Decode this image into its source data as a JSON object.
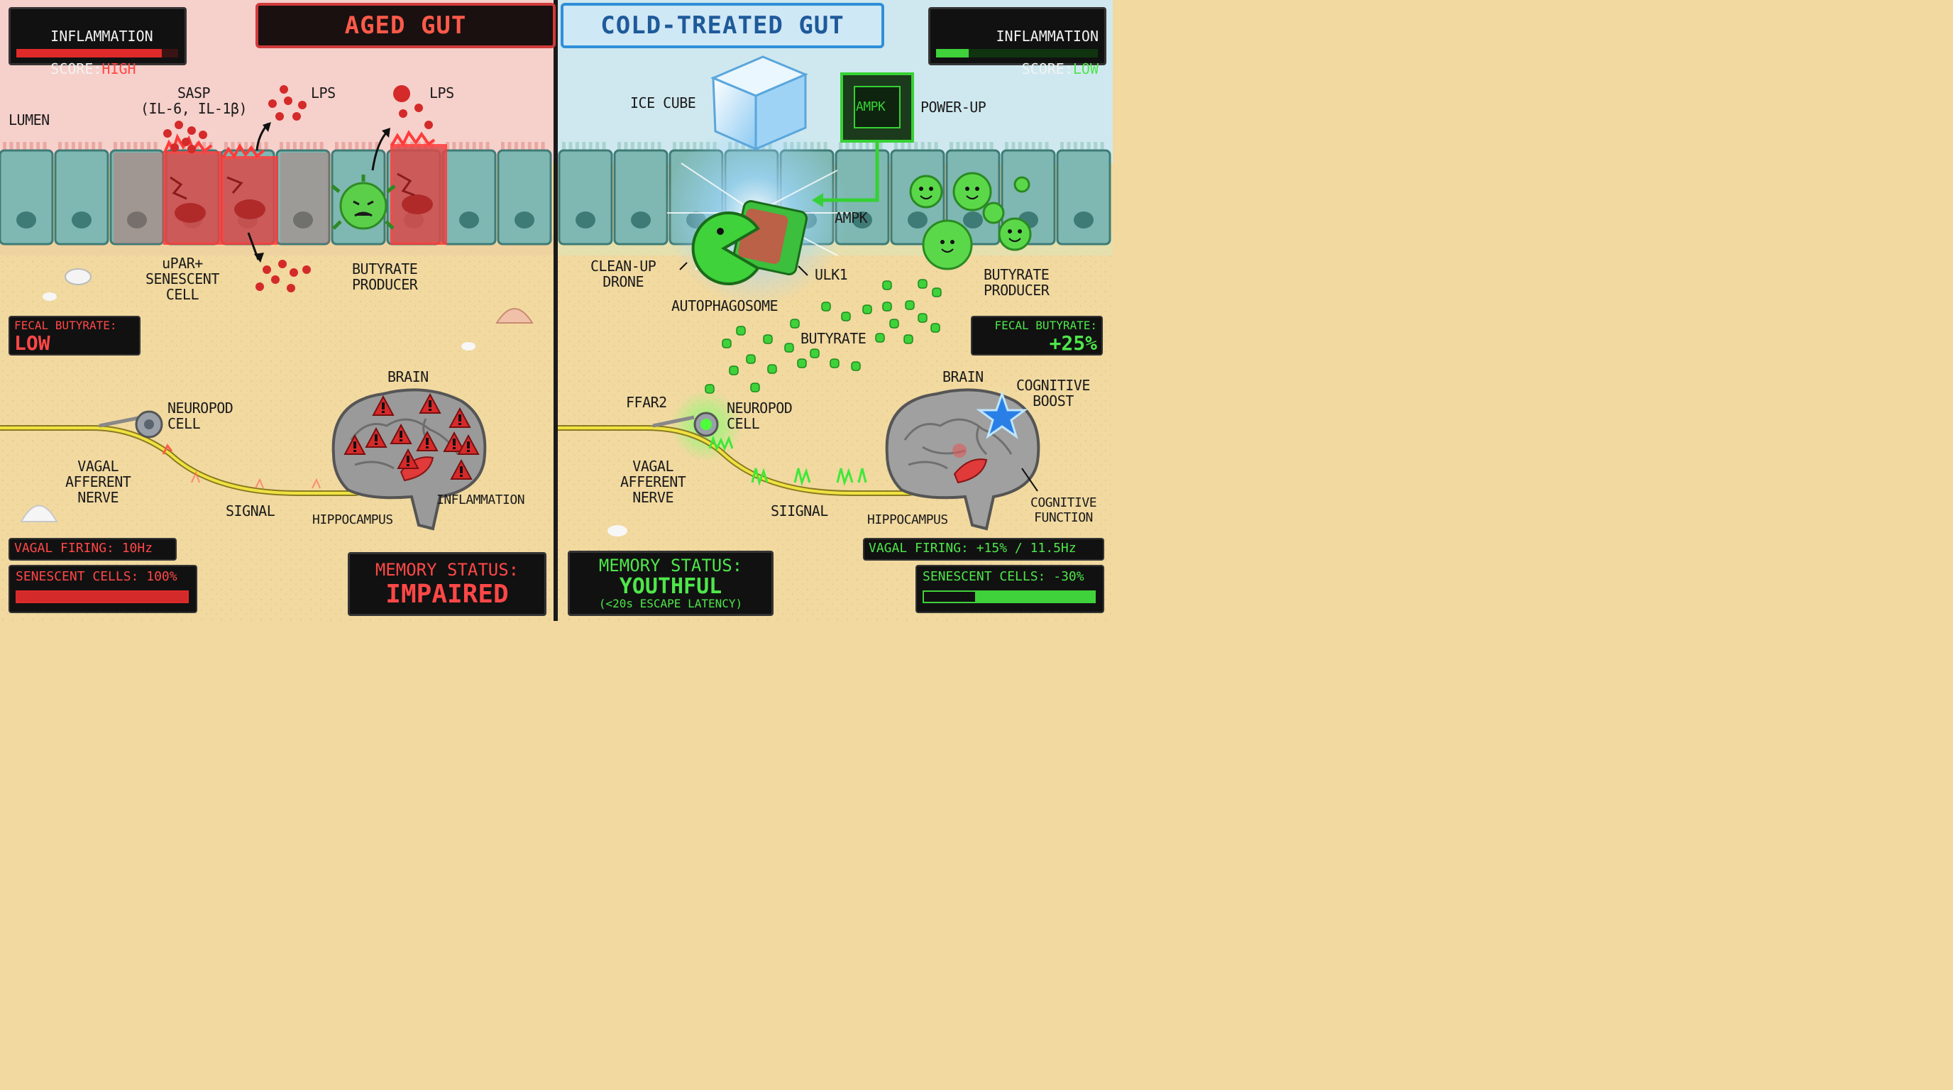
{
  "left": {
    "title": "AGED GUT",
    "inflammation": {
      "label": "INFLAMMATION",
      "score_label": "SCORE:",
      "score_value": "HIGH",
      "level": 0.9
    },
    "labels": {
      "lumen": "LUMEN",
      "sasp": "SASP\n(IL-6, IL-1β)",
      "lps_1": "LPS",
      "lps_2": "LPS",
      "upar": "uPAR+\nSENESCENT\nCELL",
      "butyrate_producer": "BUTYRATE\nPRODUCER",
      "neuropod": "NEUROPOD\nCELL",
      "brain": "BRAIN",
      "vagal": "VAGAL\nAFFERENT\nNERVE",
      "signal": "SIGNAL",
      "hippocampus": "HIPPOCAMPUS",
      "inflammation": "INFLAMMATION"
    },
    "fecal_butyrate": {
      "label": "FECAL BUTYRATE:",
      "value": "LOW"
    },
    "vagal_firing": "VAGAL FIRING: 10Hz",
    "senescent": {
      "label": "SENESCENT CELLS: 100%",
      "level": 1.0
    },
    "memory": {
      "label": "MEMORY STATUS:",
      "value": "IMPAIRED"
    }
  },
  "right": {
    "title": "COLD-TREATED GUT",
    "inflammation": {
      "label": "INFLAMMATION",
      "score_label": "SCORE:",
      "score_value": "LOW",
      "level": 0.2
    },
    "labels": {
      "ice_cube": "ICE CUBE",
      "ampk_chip": "AMPK",
      "power_up": "POWER-UP",
      "ampk": "AMPK",
      "clean_up": "CLEAN-UP\nDRONE",
      "ulk1": "ULK1",
      "autophagosome": "AUTOPHAGOSOME",
      "butyrate_producer": "BUTYRATE\nPRODUCER",
      "butyrate": "BUTYRATE",
      "brain": "BRAIN",
      "cognitive_boost": "COGNITIVE\nBOOST",
      "ffar2": "FFAR2",
      "neuropod": "NEUROPOD\nCELL",
      "vagal": "VAGAL\nAFFERENT\nNERVE",
      "signal": "SIIGNAL",
      "hippocampus": "HIPPOCAMPUS",
      "cognitive_function": "COGNITIVE\nFUNCTION"
    },
    "fecal_butyrate": {
      "label": "FECAL BUTYRATE:",
      "value": "+25%"
    },
    "vagal_firing": "VAGAL FIRING: +15% / 11.5Hz",
    "senescent": {
      "label": "SENESCENT CELLS: -30%",
      "level": 0.7
    },
    "memory": {
      "label": "MEMORY STATUS:",
      "value": "YOUTHFUL",
      "sub": "(<20s ESCAPE LATENCY)"
    }
  },
  "colors": {
    "aged_red": "#e23b3b",
    "healthy_green": "#3fd23a",
    "cold_blue": "#4aa8e6",
    "villus_teal": "#7fb8b2",
    "sand": "#f1d9a0",
    "aged_sky": "#f6d0cb",
    "cold_sky": "#cfe8ef"
  }
}
